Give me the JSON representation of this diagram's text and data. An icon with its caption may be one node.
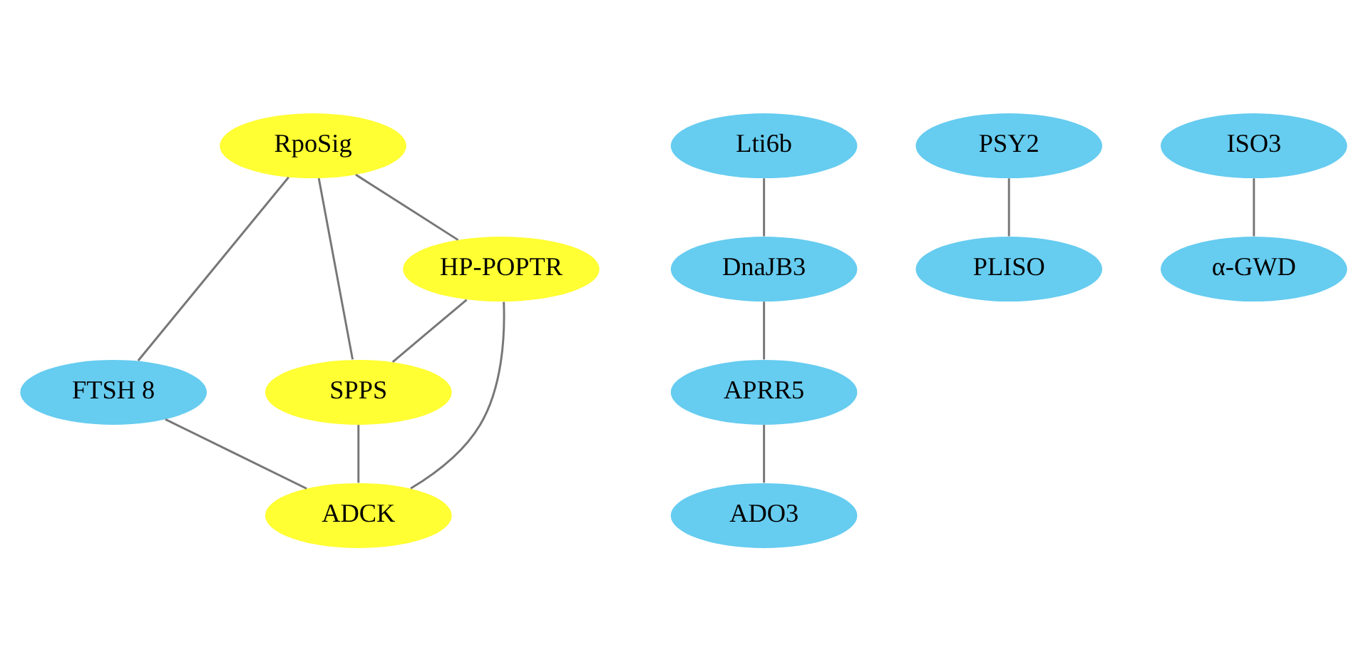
{
  "diagram": {
    "nodes": [
      {
        "text": [
          "RpoSig"
        ]
      },
      {
        "text": [
          "FTSH 8"
        ]
      },
      {
        "text": [
          "SPPS"
        ]
      },
      {
        "text": [
          "HP-POPTR"
        ]
      },
      {
        "text": [
          "ADCK"
        ]
      },
      {
        "text": [
          "Lti6b"
        ]
      },
      {
        "text": [
          "DnaJB3"
        ]
      },
      {
        "text": [
          "APRR5"
        ]
      },
      {
        "text": [
          "ADO3"
        ]
      },
      {
        "text": [
          "PSY2"
        ]
      },
      {
        "text": [
          "PLISO"
        ]
      },
      {
        "text": [
          "ISO3"
        ]
      },
      {
        "text": [
          "α-GWD"
        ]
      }
    ],
    "edges": [
      {
        "from": 0,
        "to": 1,
        "arrow": "none"
      },
      {
        "from": 0,
        "to": 3,
        "arrow": "none"
      },
      {
        "from": 0,
        "to": 2,
        "arrow": "none"
      },
      {
        "from": 3,
        "to": 2,
        "arrow": "none"
      },
      {
        "from": 1,
        "to": 4,
        "arrow": "none"
      },
      {
        "from": 3,
        "to": 4,
        "arrow": "none"
      },
      {
        "from": 2,
        "to": 4,
        "arrow": "none"
      },
      {
        "from": 5,
        "to": 6,
        "arrow": "none"
      },
      {
        "from": 6,
        "to": 7,
        "arrow": "none"
      },
      {
        "from": 7,
        "to": 8,
        "arrow": "none"
      },
      {
        "from": 9,
        "to": 10,
        "arrow": "none"
      },
      {
        "from": 11,
        "to": 12,
        "arrow": "none"
      }
    ]
  }
}
